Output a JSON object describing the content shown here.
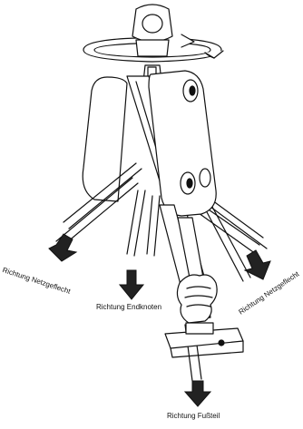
{
  "labels": {
    "left": "Richtung Netzgeflecht",
    "middle": "Richtung Endknoten",
    "right": "Richtung Netzgeflecht",
    "bottom": "Richtung Fußteil"
  },
  "colors": {
    "ink": "#111111",
    "paper": "#ffffff",
    "shade": "#333333"
  }
}
